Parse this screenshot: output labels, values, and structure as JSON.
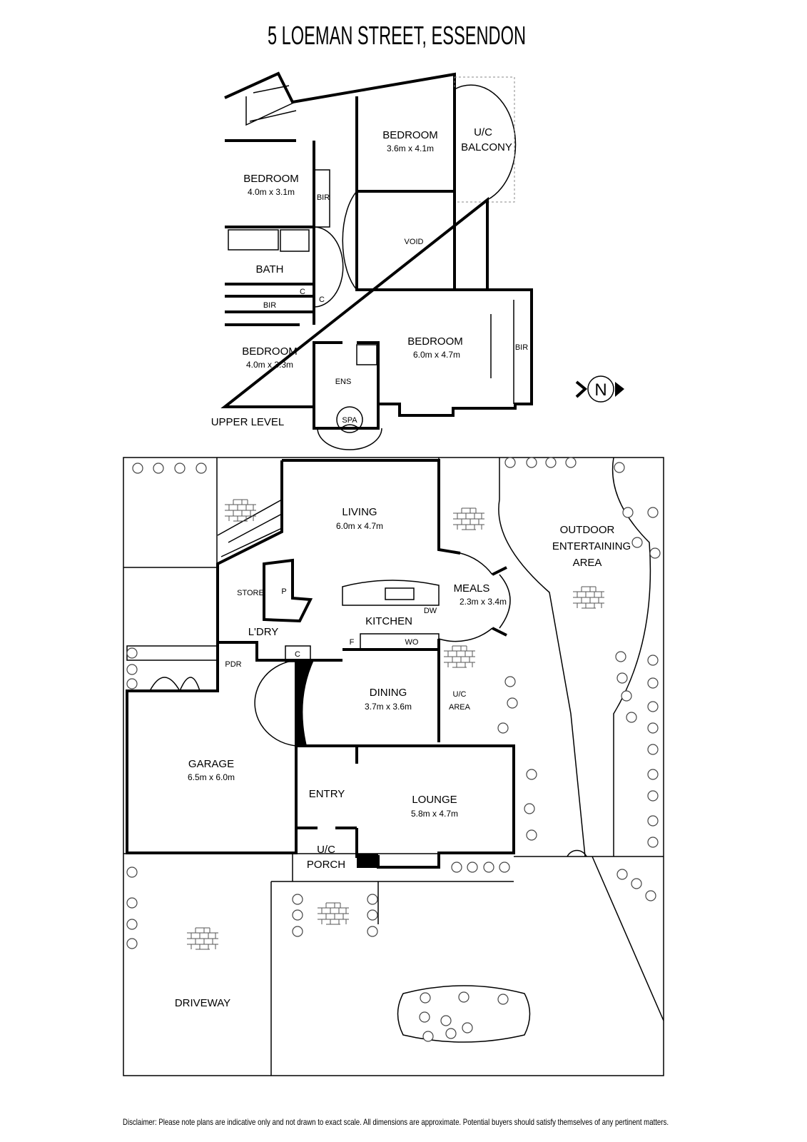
{
  "title": "5 LOEMAN STREET, ESSENDON",
  "upper_level": {
    "label": "UPPER LEVEL",
    "rooms": [
      {
        "name": "BEDROOM",
        "dims": "3.6m x 4.1m"
      },
      {
        "name": "U/C",
        "dims": "BALCONY"
      },
      {
        "name": "BEDROOM",
        "dims": "4.0m x 3.1m"
      },
      {
        "name": "BIR"
      },
      {
        "name": "VOID"
      },
      {
        "name": "BATH"
      },
      {
        "name": "C"
      },
      {
        "name": "C"
      },
      {
        "name": "BIR"
      },
      {
        "name": "BEDROOM",
        "dims": "6.0m x 4.7m"
      },
      {
        "name": "BIR"
      },
      {
        "name": "BEDROOM",
        "dims": "4.0m x 3.3m"
      },
      {
        "name": "ENS"
      },
      {
        "name": "SPA"
      }
    ]
  },
  "compass": {
    "label": "N"
  },
  "ground_level": {
    "rooms": [
      {
        "name": "LIVING",
        "dims": "6.0m x 4.7m"
      },
      {
        "name": "OUTDOOR",
        "dims": "ENTERTAINING",
        "extra": "AREA"
      },
      {
        "name": "STORE"
      },
      {
        "name": "P"
      },
      {
        "name": "MEALS",
        "dims": "2.3m x 3.4m"
      },
      {
        "name": "DW"
      },
      {
        "name": "KITCHEN"
      },
      {
        "name": "L'DRY"
      },
      {
        "name": "F"
      },
      {
        "name": "WO"
      },
      {
        "name": "C"
      },
      {
        "name": "PDR"
      },
      {
        "name": "DINING",
        "dims": "3.7m x 3.6m"
      },
      {
        "name": "U/C",
        "dims": "AREA"
      },
      {
        "name": "GARAGE",
        "dims": "6.5m x 6.0m"
      },
      {
        "name": "ENTRY"
      },
      {
        "name": "LOUNGE",
        "dims": "5.8m x 4.7m"
      },
      {
        "name": "U/C",
        "dims": "PORCH"
      },
      {
        "name": "DRIVEWAY"
      }
    ]
  },
  "disclaimer": "Disclaimer: Please note plans are indicative only and not drawn to exact scale. All dimensions are approximate. Potential buyers should satisfy themselves of any pertinent matters."
}
